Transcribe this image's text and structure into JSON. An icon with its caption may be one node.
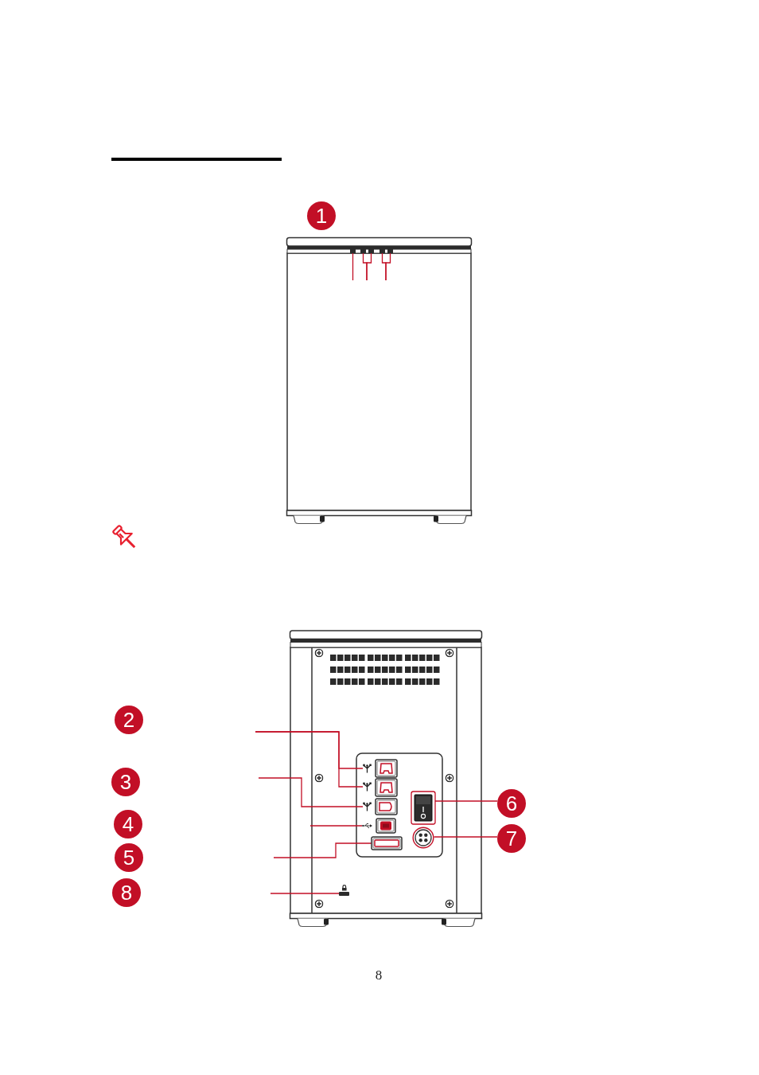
{
  "diagram": {
    "nodes": [
      {
        "text": [
          "1"
        ]
      },
      {
        "text": [],
        "shape": "box"
      },
      {
        "text": [],
        "shape": "box"
      },
      {
        "text": [],
        "shape": "box"
      },
      {
        "text": [],
        "shape": "box"
      },
      {
        "text": [],
        "shape": "box"
      },
      {
        "text": [
          "2"
        ]
      },
      {
        "text": [],
        "shape": "picture"
      },
      {
        "text": [
          "3"
        ]
      },
      {
        "text": [],
        "shape": "picture"
      },
      {
        "text": [],
        "shape": "picture"
      },
      {
        "text": [],
        "shape": "picture"
      },
      {
        "text": [
          "6"
        ]
      },
      {
        "text": [
          "4"
        ]
      },
      {
        "text": [],
        "shape": "picture"
      },
      {
        "text": [],
        "shape": "picture"
      },
      {
        "text": [
          "7"
        ]
      },
      {
        "text": [],
        "shape": "picture"
      },
      {
        "text": [
          "5"
        ]
      },
      {
        "text": [
          "8"
        ]
      },
      {
        "text": [],
        "shape": "picture"
      }
    ],
    "edges": [
      {
        "from": null,
        "to": 1,
        "arrow": "none"
      },
      {
        "from": null,
        "to": 2,
        "arrow": "none"
      },
      {
        "from": null,
        "to": 3,
        "arrow": "none"
      },
      {
        "from": null,
        "to": 4,
        "arrow": "none"
      },
      {
        "from": null,
        "to": 5,
        "arrow": "none"
      },
      {
        "from": null,
        "to": 7,
        "arrow": "none"
      },
      {
        "from": null,
        "to": 9,
        "arrow": "none"
      },
      {
        "from": null,
        "to": 10,
        "arrow": "none"
      },
      {
        "from": null,
        "to": 14,
        "arrow": "none"
      },
      {
        "from": null,
        "to": 17,
        "arrow": "none"
      },
      {
        "from": null,
        "to": 20,
        "arrow": "none"
      },
      {
        "from": 12,
        "to": 11,
        "arrow": "none"
      },
      {
        "from": 16,
        "to": 15,
        "arrow": "none"
      }
    ],
    "labels": [
      "8"
    ]
  }
}
